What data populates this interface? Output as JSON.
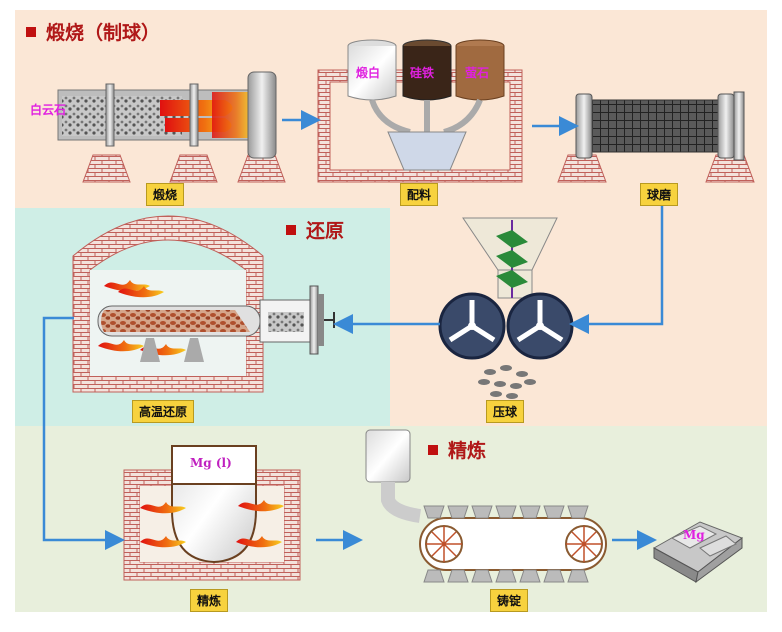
{
  "sections": {
    "calcination": "煅烧（制球）",
    "reduction": "还原",
    "refining": "精炼"
  },
  "stage_labels": {
    "calcine": "煅烧",
    "batching": "配料",
    "ball_mill": "球磨",
    "pressing": "压球",
    "reduction": "高温还原",
    "refining": "精炼",
    "casting": "铸锭"
  },
  "material_labels": {
    "dolomite": "白云石",
    "calcined_dolomite": "煅白",
    "ferrosilicon": "硅铁",
    "fluorite": "萤石",
    "mg_liquid": "Mg (l)",
    "mg_ingot": "Mg"
  },
  "colors": {
    "section_title": "#b01818",
    "bullet": "#c01010",
    "label_bg": "#f7d23e",
    "material_text": "#e020e0",
    "flow_arrow": "#3a8ad6",
    "brick": "#c0605a",
    "calc_bg": "#fbe7d6",
    "red_bg": "#cfeee6",
    "ref_bg": "#e8efdc"
  }
}
